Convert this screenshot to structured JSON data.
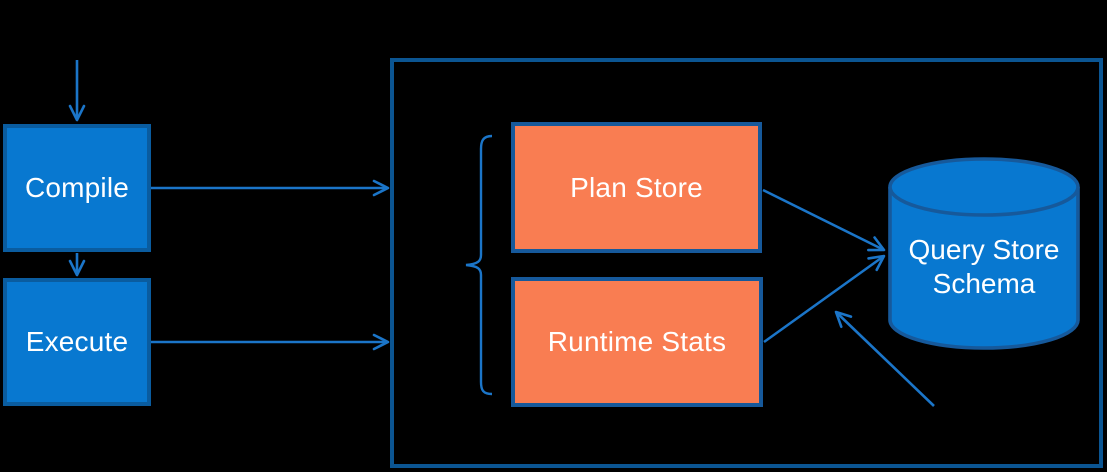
{
  "colors": {
    "background": "#000000",
    "blue_fill": "#0878D0",
    "blue_border": "#0A5C9F",
    "orange_fill": "#F97D52",
    "orange_border": "#16599B",
    "container_border": "#0B5592",
    "arrow": "#1B75C8",
    "text": "#FFFFFF"
  },
  "nodes": {
    "compile": {
      "label": "Compile"
    },
    "execute": {
      "label": "Execute"
    },
    "plan_store": {
      "label": "Plan Store"
    },
    "runtime_stats": {
      "label": "Runtime Stats"
    },
    "query_store_schema": {
      "label_line1": "Query Store",
      "label_line2": "Schema"
    }
  },
  "connections": [
    {
      "from": "input",
      "to": "compile"
    },
    {
      "from": "compile",
      "to": "execute"
    },
    {
      "from": "compile",
      "to": "query-store-container"
    },
    {
      "from": "execute",
      "to": "query-store-container"
    },
    {
      "from": "plan-store",
      "to": "query-store-schema"
    },
    {
      "from": "runtime-stats",
      "to": "query-store-schema"
    },
    {
      "from": "external",
      "to": "query-store-schema"
    }
  ]
}
